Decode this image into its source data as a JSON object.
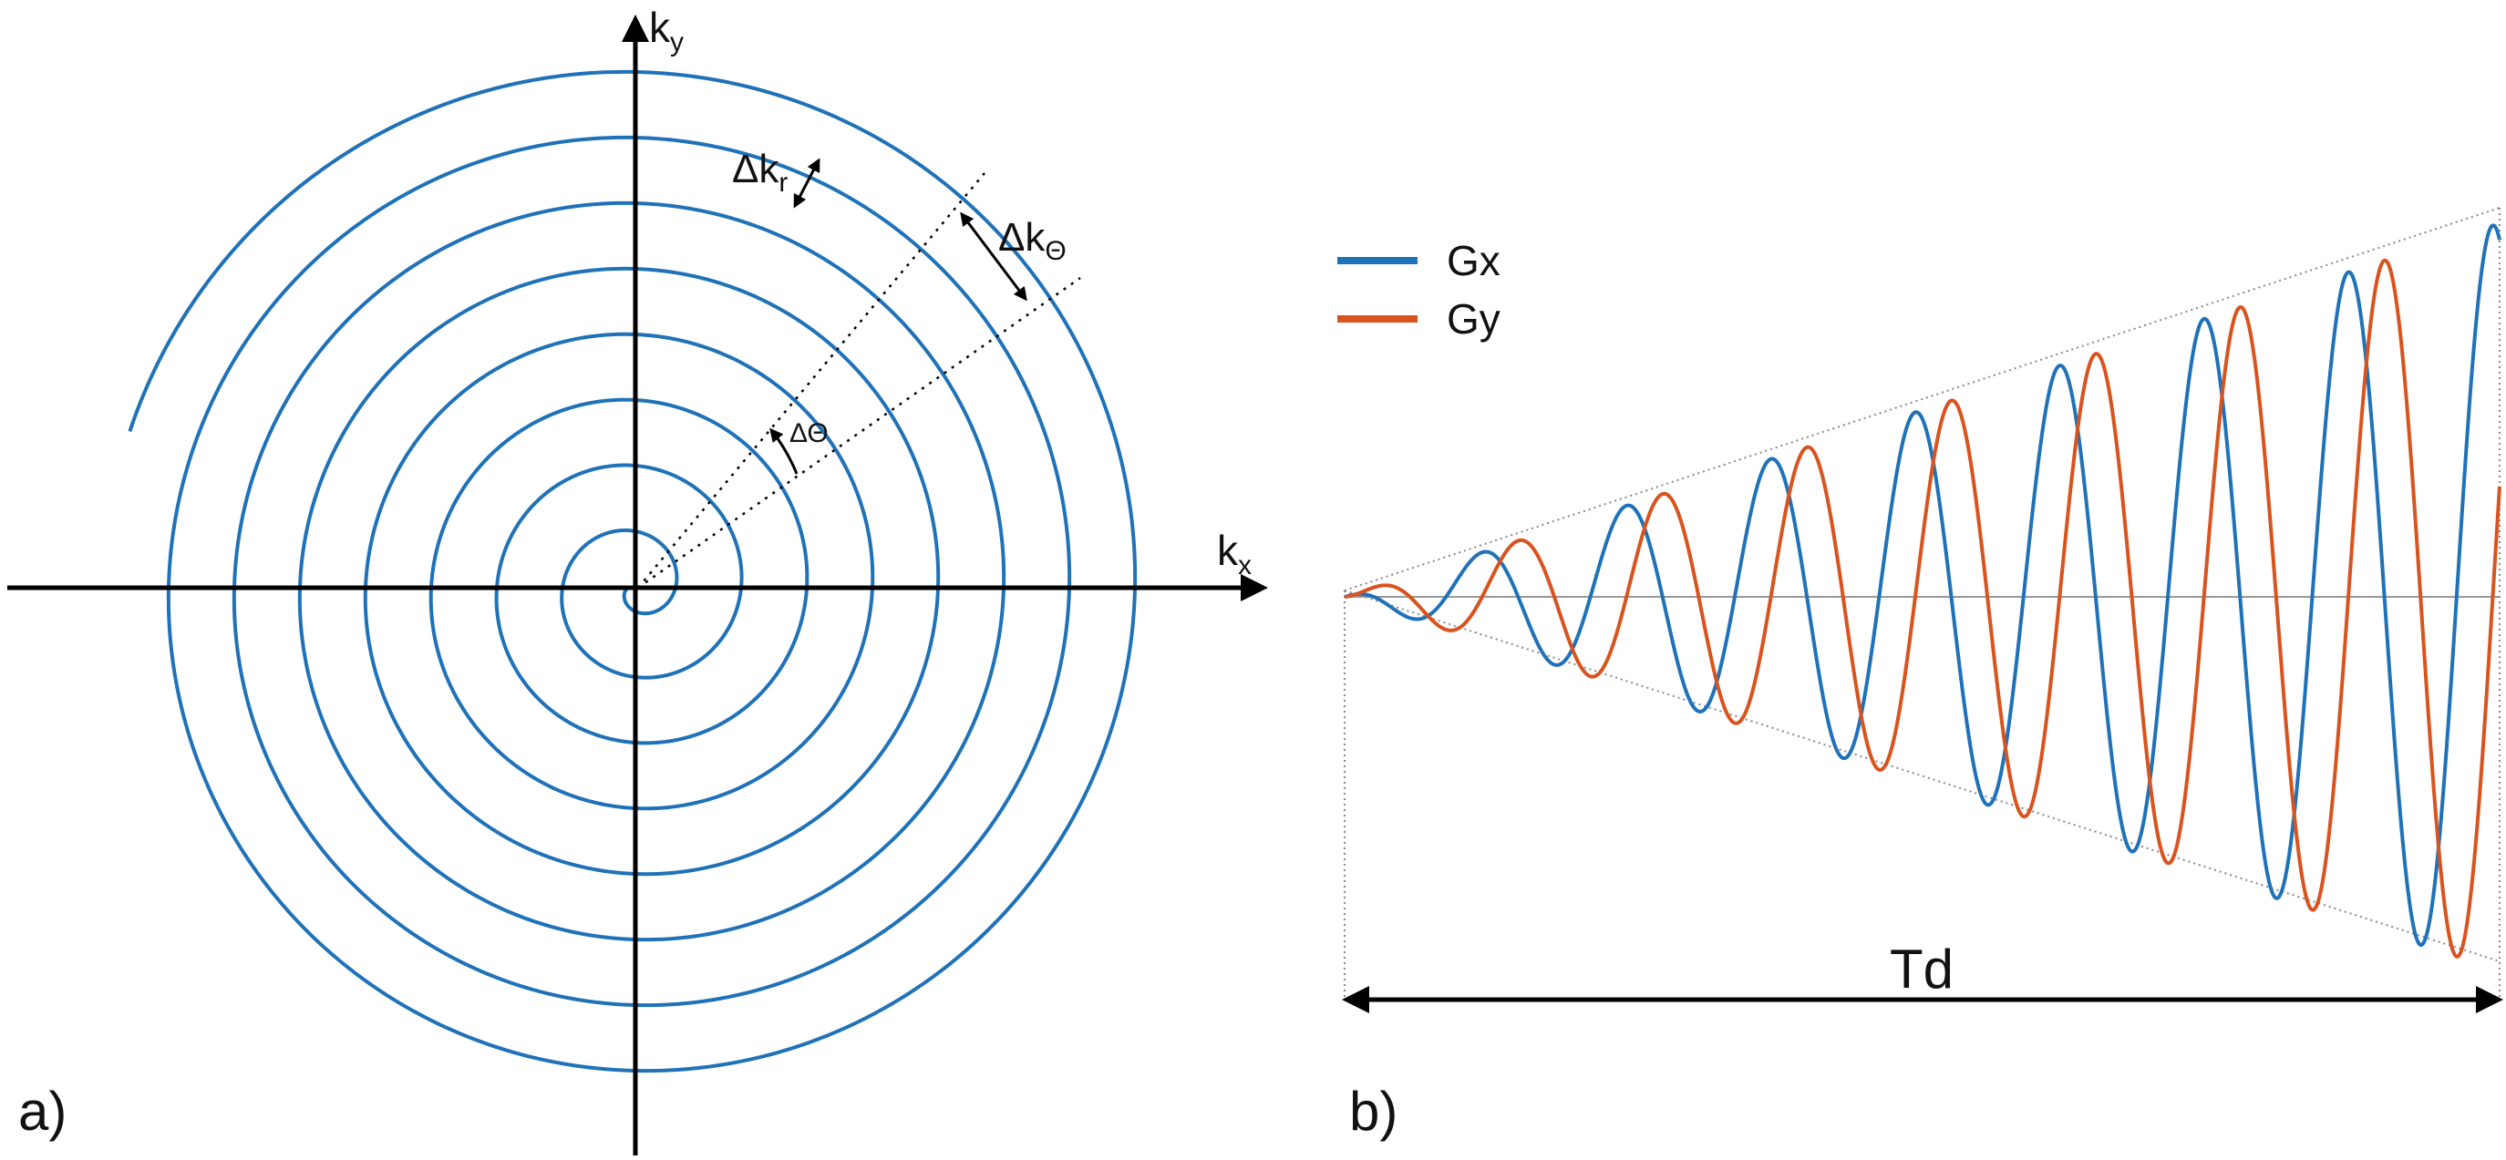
{
  "panel_a": {
    "label": "a)",
    "kx_main": "k",
    "kx_sub": "x",
    "ky_main": "k",
    "ky_sub": "y",
    "dkr_main": "Δk",
    "dkr_sub": "r",
    "dkt_main": "Δk",
    "dkt_sub": "Θ",
    "dtheta": "ΔΘ",
    "spiral_color": "#1f72b8",
    "spiral_turns": 8
  },
  "panel_b": {
    "label": "b)",
    "legend": [
      {
        "name": "Gx",
        "color": "#1f72b8"
      },
      {
        "name": "Gy",
        "color": "#d9531e"
      }
    ],
    "duration_label": "Td",
    "cycles": 8
  }
}
